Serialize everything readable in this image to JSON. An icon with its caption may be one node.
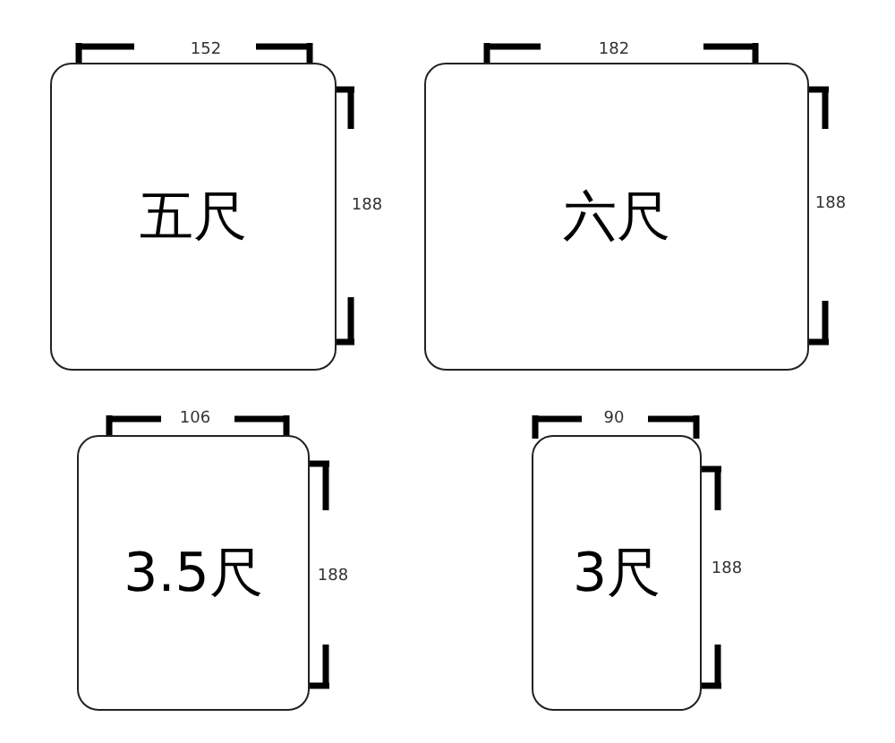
{
  "diagram": {
    "nodes": [
      {
        "text": [
          "五尺"
        ]
      },
      {
        "text": [
          "六尺"
        ]
      },
      {
        "text": [
          "3.5尺"
        ]
      },
      {
        "text": [
          "3尺"
        ]
      }
    ],
    "labels": [
      "152",
      "188",
      "182",
      "188",
      "106",
      "188",
      "90",
      "188"
    ]
  }
}
